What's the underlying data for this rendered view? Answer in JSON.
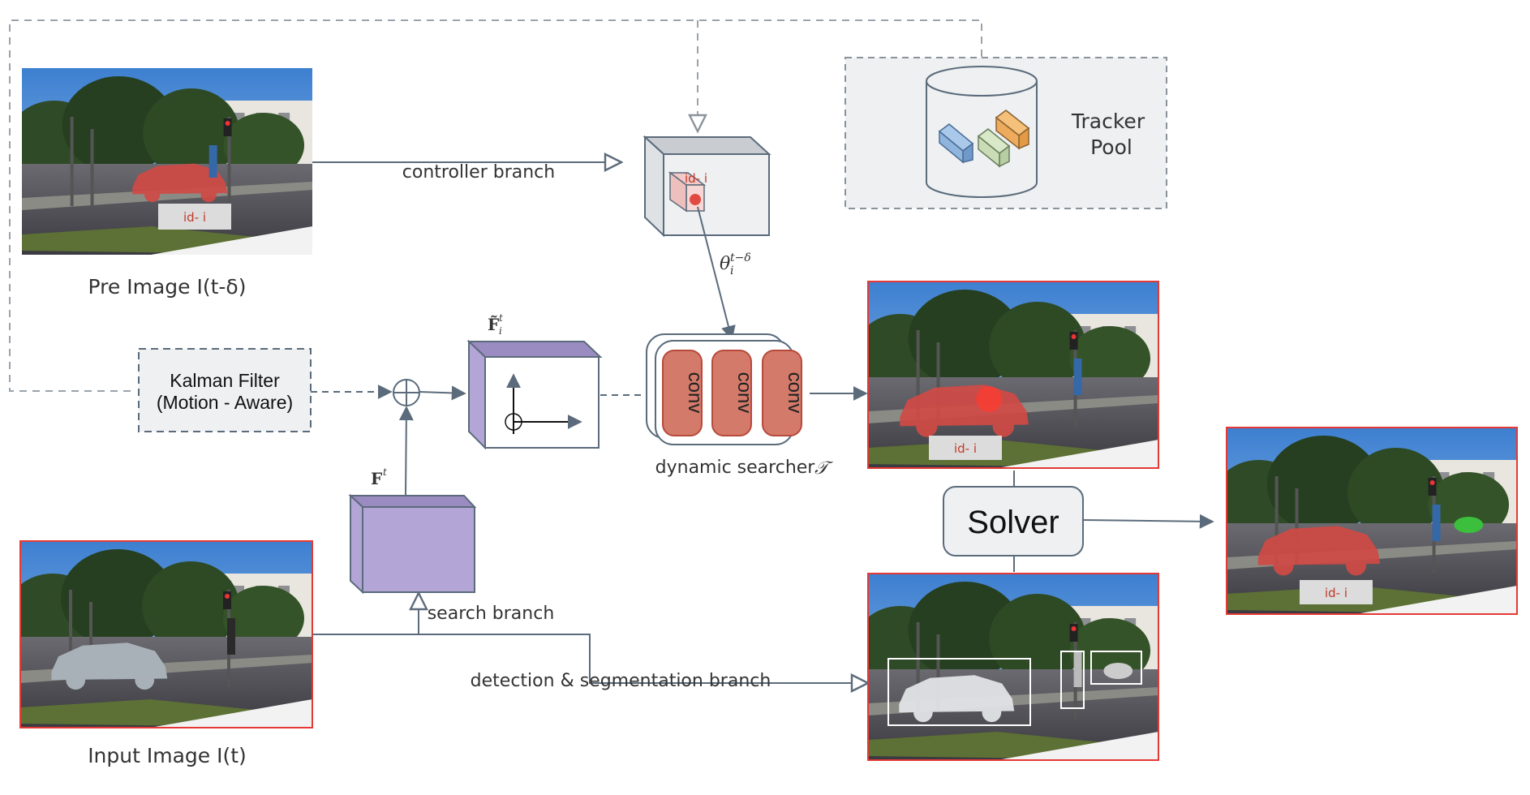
{
  "images": {
    "pre_image": {
      "caption": "Pre Image I(t-δ)",
      "tag": "id- i"
    },
    "input_image": {
      "caption": "Input Image I(t)"
    },
    "tracked_output": {
      "tag": "id- i"
    },
    "final_output": {
      "tag": "id- i"
    }
  },
  "branches": {
    "controller": "controller branch",
    "search": "search branch",
    "detection": "detection & segmentation branch"
  },
  "nodes": {
    "kalman_line1": "Kalman Filter",
    "kalman_line2": "(Motion - Aware)",
    "tracker_pool_line1": "Tracker",
    "tracker_pool_line2": "Pool",
    "solver": "Solver",
    "conv_labels": [
      "conv",
      "conv",
      "conv"
    ],
    "dynamic_searcher": "dynamic searcher",
    "dynamic_searcher_symbol": "𝒯",
    "controller_cube_tag": "id- i"
  },
  "math": {
    "theta": "θ",
    "theta_sup": "t−δ",
    "theta_sub": "i",
    "f_tilde": "F̃",
    "f_tilde_sup": "t",
    "f_tilde_sub": "i",
    "f": "F",
    "f_sup": "t"
  },
  "colors": {
    "arrow": "#5b6b7b",
    "dashed": "#9aa3ab",
    "red_frame": "#e53935",
    "feature_purple": "#b3a6d6",
    "feature_purple_dark": "#9a8cc0",
    "conv_fill": "#d47a6a",
    "conv_stroke": "#b8493b",
    "panel_fill": "#eef0f2"
  }
}
